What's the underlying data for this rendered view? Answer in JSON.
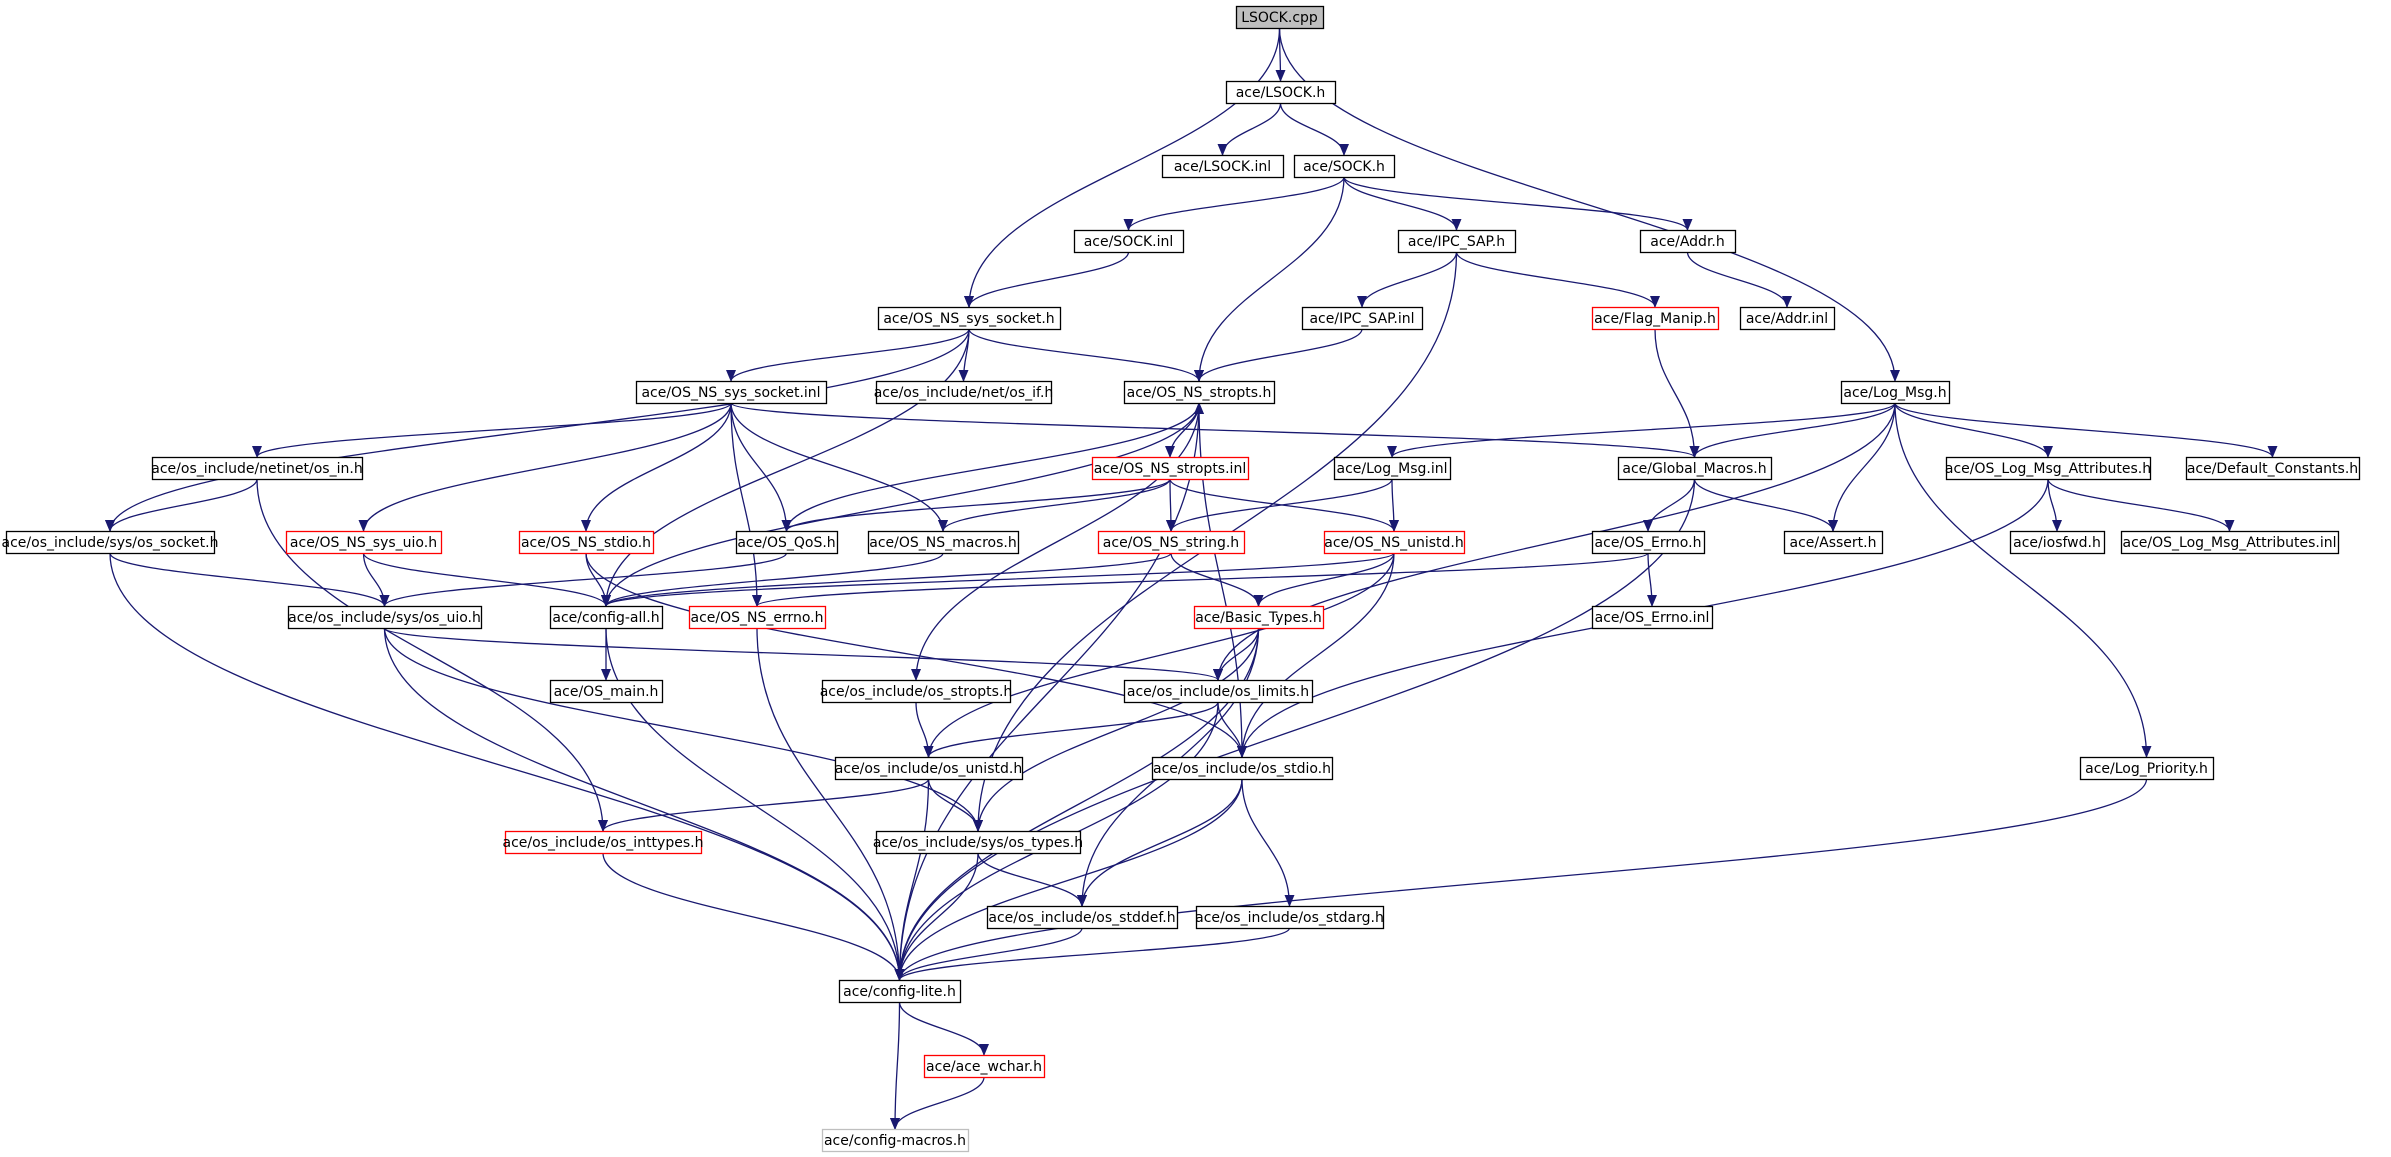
{
  "colors": {
    "edge": "#191970",
    "box_normal": "#000000",
    "box_truncated": "#ff0000",
    "box_missing": "#bfbfbf",
    "root_fill": "#bfbfbf",
    "background": "#ffffff"
  },
  "nodes": [
    {
      "id": "lsock_cpp",
      "label": "LSOCK.cpp",
      "style": "root"
    },
    {
      "id": "lsock_h",
      "label": "ace/LSOCK.h",
      "style": "normal"
    },
    {
      "id": "lsock_inl",
      "label": "ace/LSOCK.inl",
      "style": "normal"
    },
    {
      "id": "sock_h",
      "label": "ace/SOCK.h",
      "style": "normal"
    },
    {
      "id": "sock_inl",
      "label": "ace/SOCK.inl",
      "style": "normal"
    },
    {
      "id": "ipc_sap_h",
      "label": "ace/IPC_SAP.h",
      "style": "normal"
    },
    {
      "id": "addr_h",
      "label": "ace/Addr.h",
      "style": "normal"
    },
    {
      "id": "os_ns_sys_socket_h",
      "label": "ace/OS_NS_sys_socket.h",
      "style": "normal"
    },
    {
      "id": "ipc_sap_inl",
      "label": "ace/IPC_SAP.inl",
      "style": "normal"
    },
    {
      "id": "flag_manip_h",
      "label": "ace/Flag_Manip.h",
      "style": "truncated"
    },
    {
      "id": "addr_inl",
      "label": "ace/Addr.inl",
      "style": "normal"
    },
    {
      "id": "os_ns_sys_socket_inl",
      "label": "ace/OS_NS_sys_socket.inl",
      "style": "normal"
    },
    {
      "id": "net_os_if_h",
      "label": "ace/os_include/net/os_if.h",
      "style": "normal"
    },
    {
      "id": "os_ns_stropts_h",
      "label": "ace/OS_NS_stropts.h",
      "style": "normal"
    },
    {
      "id": "log_msg_h",
      "label": "ace/Log_Msg.h",
      "style": "normal"
    },
    {
      "id": "netinet_os_in_h",
      "label": "ace/os_include/netinet/os_in.h",
      "style": "normal"
    },
    {
      "id": "os_ns_stropts_inl",
      "label": "ace/OS_NS_stropts.inl",
      "style": "truncated"
    },
    {
      "id": "log_msg_inl",
      "label": "ace/Log_Msg.inl",
      "style": "normal"
    },
    {
      "id": "global_macros_h",
      "label": "ace/Global_Macros.h",
      "style": "normal"
    },
    {
      "id": "os_log_msg_attributes_h",
      "label": "ace/OS_Log_Msg_Attributes.h",
      "style": "normal"
    },
    {
      "id": "default_constants_h",
      "label": "ace/Default_Constants.h",
      "style": "normal"
    },
    {
      "id": "sys_os_socket_h",
      "label": "ace/os_include/sys/os_socket.h",
      "style": "normal"
    },
    {
      "id": "os_ns_sys_uio_h",
      "label": "ace/OS_NS_sys_uio.h",
      "style": "truncated"
    },
    {
      "id": "os_ns_stdio_h",
      "label": "ace/OS_NS_stdio.h",
      "style": "truncated"
    },
    {
      "id": "os_qos_h",
      "label": "ace/OS_QoS.h",
      "style": "normal"
    },
    {
      "id": "os_ns_macros_h",
      "label": "ace/OS_NS_macros.h",
      "style": "normal"
    },
    {
      "id": "os_ns_string_h",
      "label": "ace/OS_NS_string.h",
      "style": "truncated"
    },
    {
      "id": "os_ns_unistd_h",
      "label": "ace/OS_NS_unistd.h",
      "style": "truncated"
    },
    {
      "id": "os_errno_h",
      "label": "ace/OS_Errno.h",
      "style": "normal"
    },
    {
      "id": "assert_h",
      "label": "ace/Assert.h",
      "style": "normal"
    },
    {
      "id": "iosfwd_h",
      "label": "ace/iosfwd.h",
      "style": "normal"
    },
    {
      "id": "os_log_msg_attributes_inl",
      "label": "ace/OS_Log_Msg_Attributes.inl",
      "style": "normal"
    },
    {
      "id": "sys_os_uio_h",
      "label": "ace/os_include/sys/os_uio.h",
      "style": "normal"
    },
    {
      "id": "config_all_h",
      "label": "ace/config-all.h",
      "style": "normal"
    },
    {
      "id": "os_ns_errno_h",
      "label": "ace/OS_NS_errno.h",
      "style": "truncated"
    },
    {
      "id": "basic_types_h",
      "label": "ace/Basic_Types.h",
      "style": "truncated"
    },
    {
      "id": "os_errno_inl",
      "label": "ace/OS_Errno.inl",
      "style": "normal"
    },
    {
      "id": "os_main_h",
      "label": "ace/OS_main.h",
      "style": "normal"
    },
    {
      "id": "os_stropts_h",
      "label": "ace/os_include/os_stropts.h",
      "style": "normal"
    },
    {
      "id": "os_limits_h",
      "label": "ace/os_include/os_limits.h",
      "style": "normal"
    },
    {
      "id": "os_unistd_h",
      "label": "ace/os_include/os_unistd.h",
      "style": "normal"
    },
    {
      "id": "os_stdio_h",
      "label": "ace/os_include/os_stdio.h",
      "style": "normal"
    },
    {
      "id": "log_priority_h",
      "label": "ace/Log_Priority.h",
      "style": "normal"
    },
    {
      "id": "os_inttypes_h",
      "label": "ace/os_include/os_inttypes.h",
      "style": "truncated"
    },
    {
      "id": "sys_os_types_h",
      "label": "ace/os_include/sys/os_types.h",
      "style": "normal"
    },
    {
      "id": "os_stddef_h",
      "label": "ace/os_include/os_stddef.h",
      "style": "normal"
    },
    {
      "id": "os_stdarg_h",
      "label": "ace/os_include/os_stdarg.h",
      "style": "normal"
    },
    {
      "id": "config_lite_h",
      "label": "ace/config-lite.h",
      "style": "normal"
    },
    {
      "id": "ace_wchar_h",
      "label": "ace/ace_wchar.h",
      "style": "truncated"
    },
    {
      "id": "config_macros_h",
      "label": "ace/config-macros.h",
      "style": "missing"
    }
  ],
  "edges": [
    [
      "lsock_cpp",
      "lsock_h"
    ],
    [
      "lsock_cpp",
      "os_ns_sys_socket_h"
    ],
    [
      "lsock_cpp",
      "log_msg_h"
    ],
    [
      "lsock_h",
      "lsock_inl"
    ],
    [
      "lsock_h",
      "sock_h"
    ],
    [
      "sock_h",
      "sock_inl"
    ],
    [
      "sock_h",
      "ipc_sap_h"
    ],
    [
      "sock_h",
      "addr_h"
    ],
    [
      "sock_h",
      "os_ns_stropts_h"
    ],
    [
      "sock_inl",
      "os_ns_sys_socket_h"
    ],
    [
      "ipc_sap_h",
      "ipc_sap_inl"
    ],
    [
      "ipc_sap_h",
      "flag_manip_h"
    ],
    [
      "ipc_sap_h",
      "sys_os_types_h"
    ],
    [
      "addr_h",
      "addr_inl"
    ],
    [
      "ipc_sap_inl",
      "os_ns_stropts_h"
    ],
    [
      "flag_manip_h",
      "global_macros_h"
    ],
    [
      "os_ns_sys_socket_h",
      "os_ns_sys_socket_inl"
    ],
    [
      "os_ns_sys_socket_h",
      "net_os_if_h"
    ],
    [
      "os_ns_sys_socket_h",
      "os_ns_stropts_h"
    ],
    [
      "os_ns_sys_socket_h",
      "sys_os_socket_h"
    ],
    [
      "os_ns_sys_socket_h",
      "config_all_h"
    ],
    [
      "os_ns_sys_socket_inl",
      "netinet_os_in_h"
    ],
    [
      "os_ns_sys_socket_inl",
      "os_ns_sys_uio_h"
    ],
    [
      "os_ns_sys_socket_inl",
      "os_ns_stdio_h"
    ],
    [
      "os_ns_sys_socket_inl",
      "os_qos_h"
    ],
    [
      "os_ns_sys_socket_inl",
      "os_ns_macros_h"
    ],
    [
      "os_ns_sys_socket_inl",
      "os_ns_errno_h"
    ],
    [
      "os_ns_sys_socket_inl",
      "global_macros_h"
    ],
    [
      "os_ns_stropts_h",
      "os_ns_stropts_inl"
    ],
    [
      "os_ns_stropts_h",
      "os_stropts_h"
    ],
    [
      "os_ns_stropts_h",
      "os_stdio_h"
    ],
    [
      "os_ns_stropts_h",
      "config_lite_h"
    ],
    [
      "os_ns_stropts_inl",
      "os_qos_h"
    ],
    [
      "os_ns_stropts_inl",
      "os_ns_macros_h"
    ],
    [
      "os_ns_stropts_inl",
      "os_ns_string_h"
    ],
    [
      "os_ns_stropts_inl",
      "os_ns_unistd_h"
    ],
    [
      "log_msg_h",
      "log_msg_inl"
    ],
    [
      "log_msg_h",
      "global_macros_h"
    ],
    [
      "log_msg_h",
      "assert_h"
    ],
    [
      "log_msg_h",
      "os_log_msg_attributes_h"
    ],
    [
      "log_msg_h",
      "default_constants_h"
    ],
    [
      "log_msg_h",
      "log_priority_h"
    ],
    [
      "log_msg_h",
      "os_limits_h"
    ],
    [
      "log_msg_inl",
      "os_ns_string_h"
    ],
    [
      "log_msg_inl",
      "os_ns_unistd_h"
    ],
    [
      "global_macros_h",
      "os_errno_h"
    ],
    [
      "global_macros_h",
      "assert_h"
    ],
    [
      "global_macros_h",
      "config_lite_h"
    ],
    [
      "os_log_msg_attributes_h",
      "iosfwd_h"
    ],
    [
      "os_log_msg_attributes_h",
      "os_log_msg_attributes_inl"
    ],
    [
      "os_log_msg_attributes_h",
      "os_stdio_h"
    ],
    [
      "os_errno_h",
      "os_errno_inl"
    ],
    [
      "os_errno_h",
      "os_ns_errno_h"
    ],
    [
      "netinet_os_in_h",
      "sys_os_socket_h"
    ],
    [
      "netinet_os_in_h",
      "os_inttypes_h"
    ],
    [
      "sys_os_socket_h",
      "sys_os_uio_h"
    ],
    [
      "sys_os_socket_h",
      "config_lite_h"
    ],
    [
      "os_ns_sys_uio_h",
      "sys_os_uio_h"
    ],
    [
      "os_ns_sys_uio_h",
      "config_all_h"
    ],
    [
      "os_ns_stdio_h",
      "config_all_h"
    ],
    [
      "os_ns_stdio_h",
      "os_stdio_h"
    ],
    [
      "os_qos_h",
      "sys_os_uio_h"
    ],
    [
      "os_qos_h",
      "os_ns_stropts_h"
    ],
    [
      "os_ns_macros_h",
      "config_all_h"
    ],
    [
      "os_ns_string_h",
      "config_all_h"
    ],
    [
      "os_ns_string_h",
      "basic_types_h"
    ],
    [
      "os_ns_unistd_h",
      "config_all_h"
    ],
    [
      "os_ns_unistd_h",
      "basic_types_h"
    ],
    [
      "os_ns_unistd_h",
      "os_unistd_h"
    ],
    [
      "os_ns_unistd_h",
      "os_stdio_h"
    ],
    [
      "sys_os_uio_h",
      "sys_os_types_h"
    ],
    [
      "sys_os_uio_h",
      "os_limits_h"
    ],
    [
      "sys_os_uio_h",
      "config_lite_h"
    ],
    [
      "config_all_h",
      "os_main_h"
    ],
    [
      "config_all_h",
      "os_ns_stropts_h"
    ],
    [
      "config_all_h",
      "config_lite_h"
    ],
    [
      "os_ns_errno_h",
      "config_lite_h"
    ],
    [
      "basic_types_h",
      "os_limits_h"
    ],
    [
      "basic_types_h",
      "sys_os_types_h"
    ],
    [
      "basic_types_h",
      "os_stddef_h"
    ],
    [
      "basic_types_h",
      "config_lite_h"
    ],
    [
      "os_stropts_h",
      "os_unistd_h"
    ],
    [
      "os_limits_h",
      "os_unistd_h"
    ],
    [
      "os_limits_h",
      "os_stdio_h"
    ],
    [
      "os_limits_h",
      "config_lite_h"
    ],
    [
      "os_unistd_h",
      "os_inttypes_h"
    ],
    [
      "os_unistd_h",
      "sys_os_types_h"
    ],
    [
      "os_unistd_h",
      "config_lite_h"
    ],
    [
      "os_stdio_h",
      "os_stddef_h"
    ],
    [
      "os_stdio_h",
      "os_stdarg_h"
    ],
    [
      "os_stdio_h",
      "config_lite_h"
    ],
    [
      "log_priority_h",
      "config_lite_h"
    ],
    [
      "os_inttypes_h",
      "config_lite_h"
    ],
    [
      "sys_os_types_h",
      "os_stddef_h"
    ],
    [
      "sys_os_types_h",
      "config_lite_h"
    ],
    [
      "os_stddef_h",
      "config_lite_h"
    ],
    [
      "os_stdarg_h",
      "config_lite_h"
    ],
    [
      "config_lite_h",
      "ace_wchar_h"
    ],
    [
      "config_lite_h",
      "config_macros_h"
    ],
    [
      "ace_wchar_h",
      "config_macros_h"
    ]
  ]
}
